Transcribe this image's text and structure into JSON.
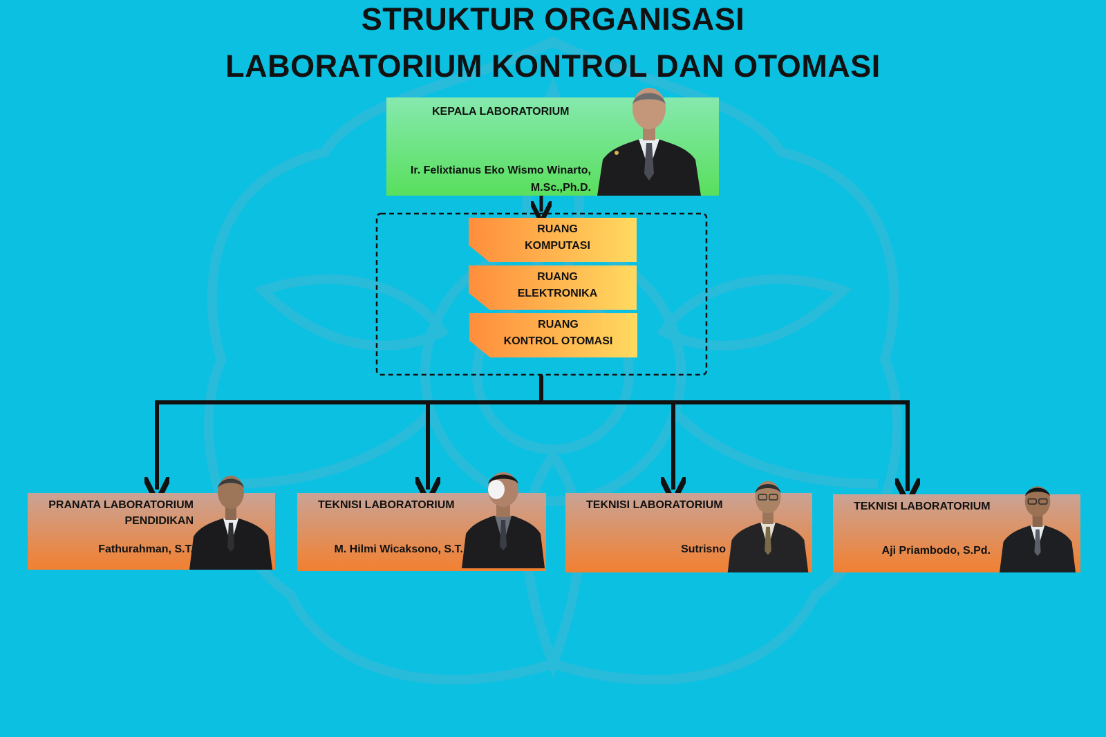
{
  "title": {
    "line1": "STRUKTUR ORGANISASI",
    "line2": "LABORATORIUM KONTROL DAN OTOMASI"
  },
  "head": {
    "title": "KEPALA LABORATORIUM",
    "name_line1": "Ir. Felixtianus Eko Wismo Winarto,",
    "name_line2": "M.Sc.,Ph.D."
  },
  "rooms": [
    {
      "line1": "RUANG",
      "line2": "KOMPUTASI"
    },
    {
      "line1": "RUANG",
      "line2": "ELEKTRONIKA"
    },
    {
      "line1": "RUANG",
      "line2": "KONTROL OTOMASI"
    }
  ],
  "staff": [
    {
      "title_line1": "PRANATA LABORATORIUM",
      "title_line2": "PENDIDIKAN",
      "name": "Fathurahman, S.T."
    },
    {
      "title_line1": "TEKNISI LABORATORIUM",
      "title_line2": "",
      "name": "M. Hilmi Wicaksono, S.T."
    },
    {
      "title_line1": "TEKNISI LABORATORIUM",
      "title_line2": "",
      "name": "Sutrisno"
    },
    {
      "title_line1": "TEKNISI LABORATORIUM",
      "title_line2": "",
      "name": "Aji Priambodo, S.Pd."
    }
  ],
  "colors": {
    "background": "#0cc0e2",
    "head_box": "#59df5d",
    "room_gradient_start": "#ff8d3c",
    "room_gradient_end": "#ffda60",
    "staff_gradient_start": "#c9a396",
    "staff_gradient_end": "#f28030"
  },
  "icons": [
    "university-emblem-watermark",
    "person-photo"
  ]
}
